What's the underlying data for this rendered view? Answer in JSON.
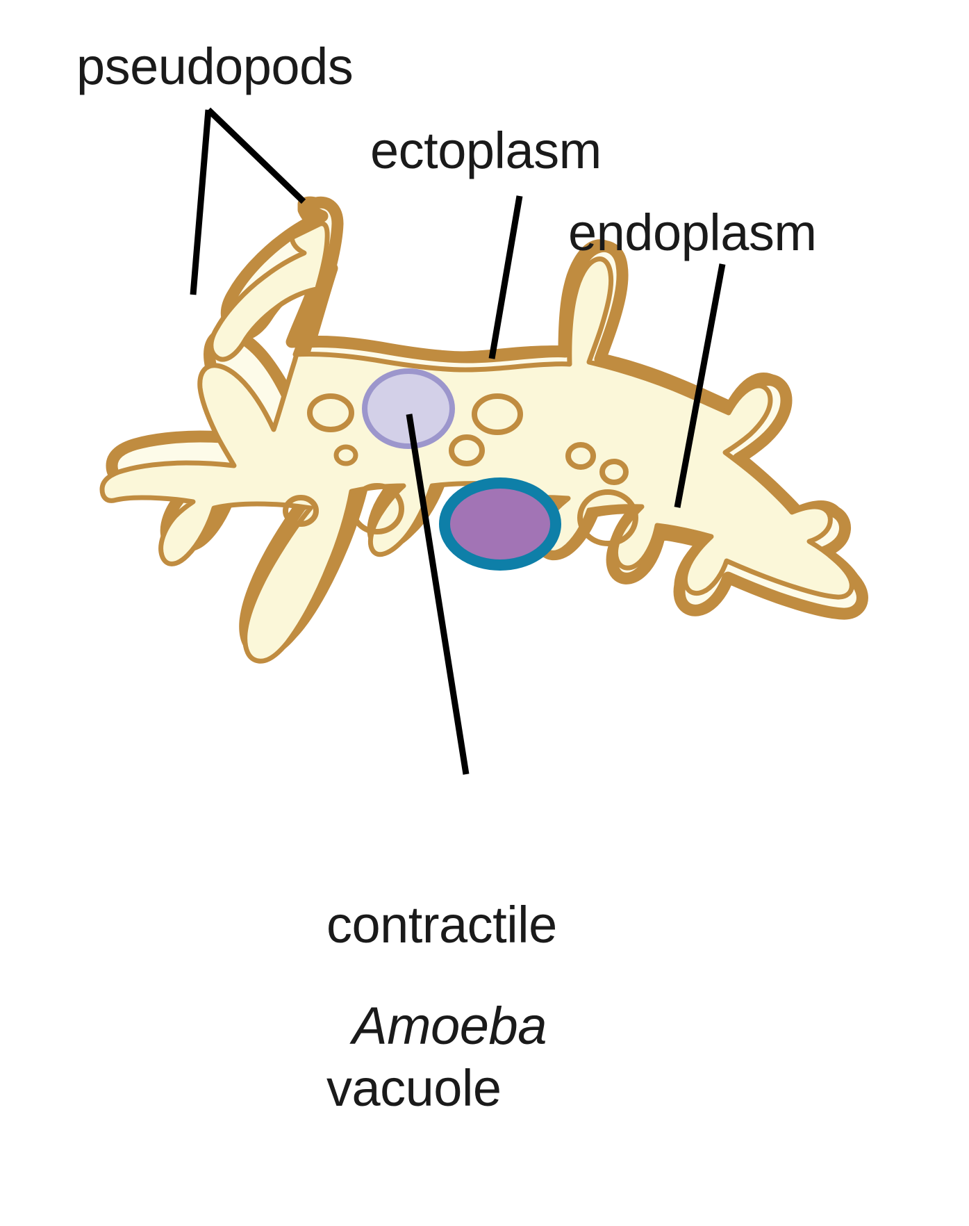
{
  "diagram": {
    "title": "Amoeba cell structure diagram",
    "caption": "Amoeba",
    "background_color": "#ffffff"
  },
  "labels": {
    "pseudopods": "pseudopods",
    "ectoplasm": "ectoplasm",
    "endoplasm": "endoplasm",
    "contractile_vacuole_line1": "contractile",
    "contractile_vacuole_line2": "vacuole"
  },
  "colors": {
    "membrane_outline": "#c08c40",
    "cytoplasm_fill": "#fbf7d9",
    "ectoplasm_band": "#fdfbe9",
    "vacuole_outline": "#c08c40",
    "contractile_vacuole_fill": "#d3d0e8",
    "contractile_vacuole_border": "#9c96cc",
    "nucleus_fill": "#a274b5",
    "nucleus_border": "#0e7fa8",
    "leader_line": "#000000",
    "text": "#1a1a1a"
  },
  "structures": [
    {
      "name": "pseudopods",
      "kind": "cell-projection",
      "count": "multiple"
    },
    {
      "name": "ectoplasm",
      "kind": "outer-cytoplasm-layer"
    },
    {
      "name": "endoplasm",
      "kind": "inner-cytoplasm"
    },
    {
      "name": "contractile vacuole",
      "kind": "organelle",
      "color": "#d3d0e8"
    },
    {
      "name": "nucleus",
      "kind": "organelle",
      "color": "#a274b5"
    },
    {
      "name": "food vacuoles",
      "kind": "organelle",
      "count": 12
    }
  ]
}
